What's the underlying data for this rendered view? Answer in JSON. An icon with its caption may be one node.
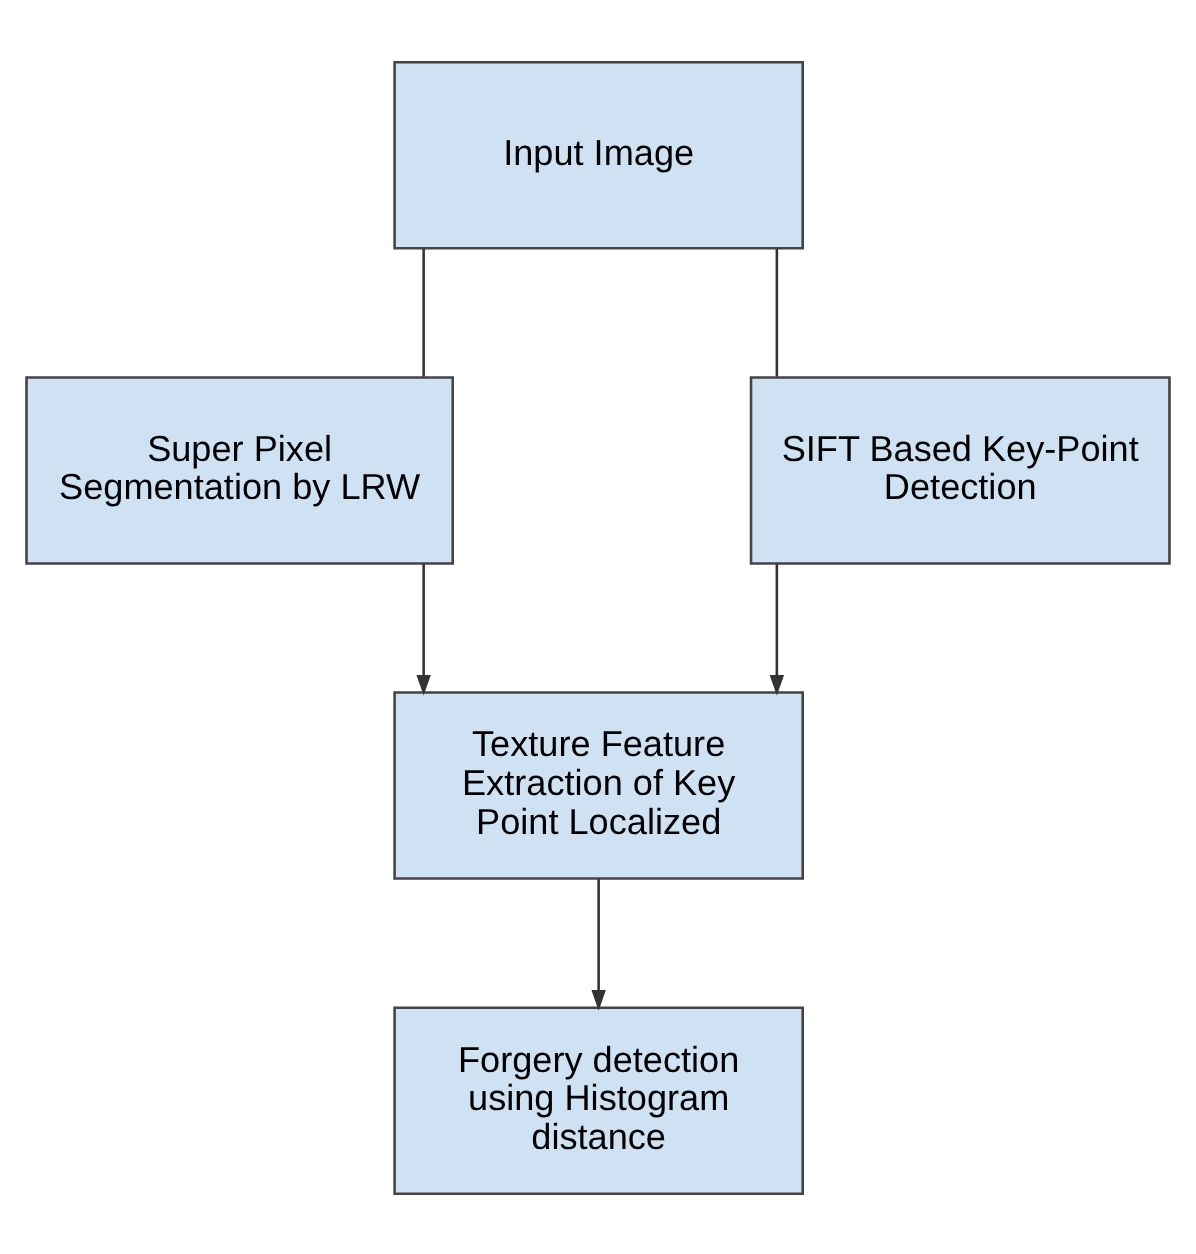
{
  "diagram": {
    "nodes": [
      {
        "text": [
          "Input Image"
        ]
      },
      {
        "text": [
          "Super Pixel Segmentation by LRW"
        ]
      },
      {
        "text": [
          "SIFT Based Key-Point Detection"
        ]
      },
      {
        "text": [
          "Texture Feature Extraction of Key Point Localized"
        ]
      },
      {
        "text": [
          "Forgery detection using Histogram distance"
        ]
      }
    ],
    "edges": [
      {
        "from": 0,
        "to": 1,
        "arrow": "none"
      },
      {
        "from": 0,
        "to": 2,
        "arrow": "none"
      },
      {
        "from": 1,
        "to": 3,
        "arrow": "to"
      },
      {
        "from": 2,
        "to": 3,
        "arrow": "to"
      },
      {
        "from": 3,
        "to": 4,
        "arrow": "to"
      }
    ]
  }
}
